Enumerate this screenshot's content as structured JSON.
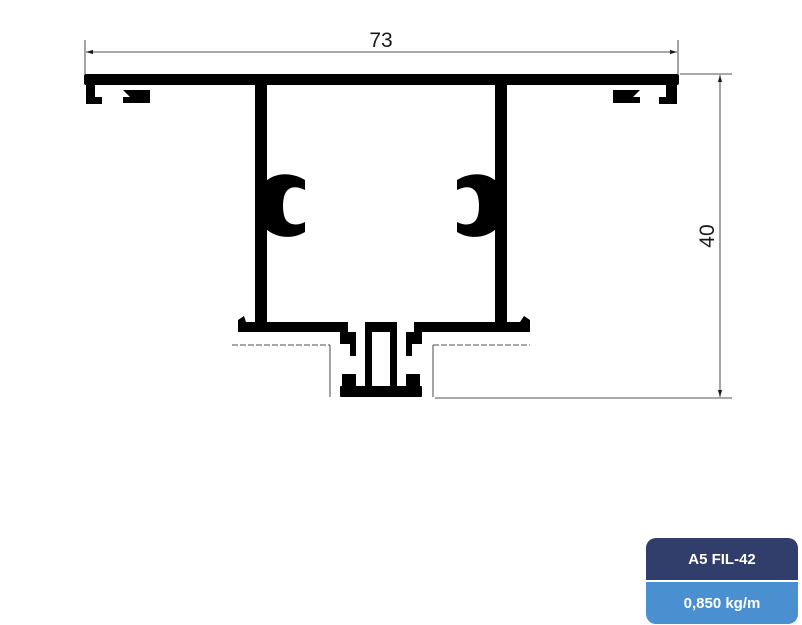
{
  "drawing": {
    "width_label": "73",
    "height_label": "40"
  },
  "product": {
    "code": "A5 FIL-42",
    "weight": "0,850 kg/m"
  },
  "colors": {
    "profile": "#000000",
    "dimension_line": "#1a1a1a",
    "code_badge": "#313d6b",
    "weight_badge": "#4a8fd0"
  }
}
